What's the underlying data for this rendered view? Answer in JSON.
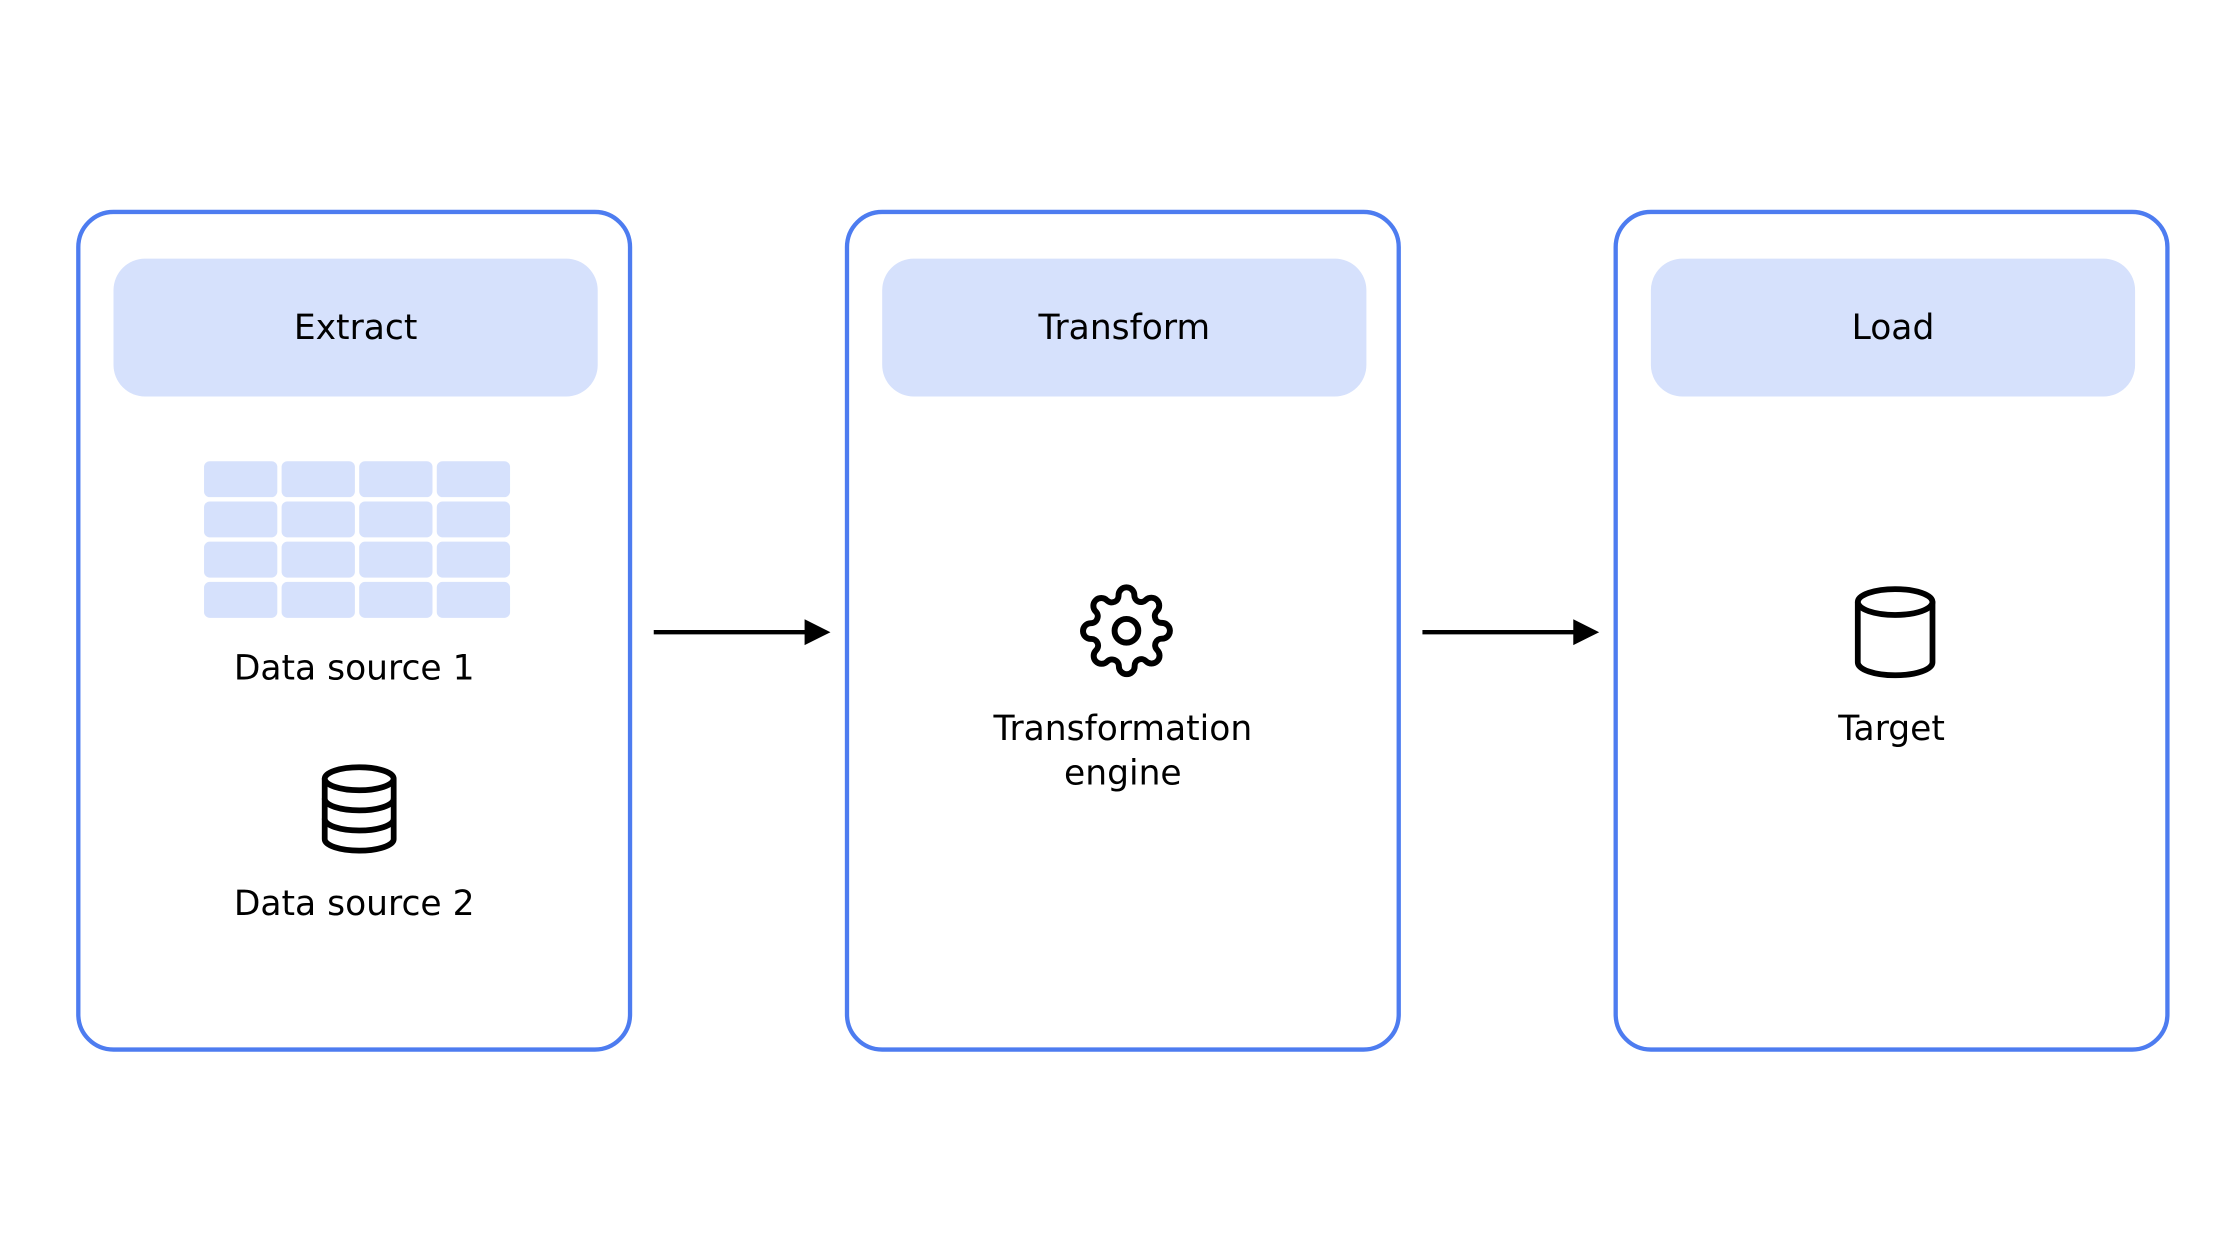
{
  "stages": {
    "extract": {
      "title": "Extract",
      "items": [
        {
          "label": "Data source 1",
          "icon": "table-icon"
        },
        {
          "label": "Data source 2",
          "icon": "database-icon"
        }
      ]
    },
    "transform": {
      "title": "Transform",
      "items": [
        {
          "label_line1": "Transformation",
          "label_line2": "engine",
          "icon": "gear-icon"
        }
      ]
    },
    "load": {
      "title": "Load",
      "items": [
        {
          "label": "Target",
          "icon": "cylinder-icon"
        }
      ]
    }
  },
  "colors": {
    "panel_border": "#4d7cf0",
    "header_fill": "#d6e1fc",
    "table_cell_fill": "#d6e1fc",
    "text": "#000000"
  },
  "connectors": [
    {
      "from": "Extract",
      "to": "Transform",
      "icon": "arrow-right-icon"
    },
    {
      "from": "Transform",
      "to": "Load",
      "icon": "arrow-right-icon"
    }
  ]
}
